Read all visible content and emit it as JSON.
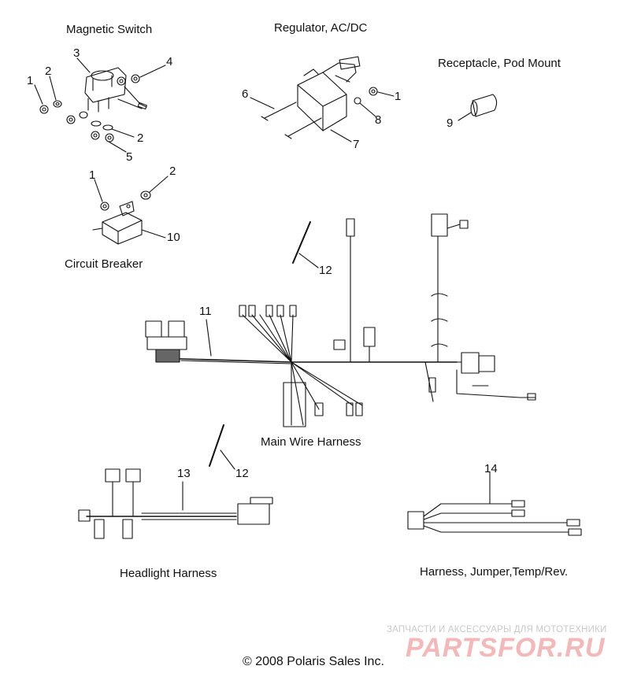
{
  "sections": {
    "magnetic_switch": "Magnetic Switch",
    "regulator": "Regulator, AC/DC",
    "receptacle": "Receptacle, Pod Mount",
    "circuit_breaker": "Circuit Breaker",
    "main_harness": "Main Wire Harness",
    "headlight_harness": "Headlight Harness",
    "jumper_harness": "Harness, Jumper,Temp/Rev."
  },
  "callouts": {
    "ms_1": "1",
    "ms_2a": "2",
    "ms_3": "3",
    "ms_4": "4",
    "ms_2b": "2",
    "ms_5": "5",
    "reg_6": "6",
    "reg_1": "1",
    "reg_8": "8",
    "reg_7": "7",
    "rec_9": "9",
    "cb_1": "1",
    "cb_2": "2",
    "cb_10": "10",
    "mh_12": "12",
    "mh_11": "11",
    "hh_12": "12",
    "hh_13": "13",
    "jh_14": "14"
  },
  "watermark": {
    "tagline": "ЗАПЧАСТИ И АКСЕССУАРЫ ДЛЯ МОТОТЕХНИКИ",
    "logo": "PARTSFOR.RU"
  },
  "copyright": "© 2008 Polaris Sales Inc.",
  "colors": {
    "line": "#111111",
    "watermark_logo": "#f4b8b8",
    "watermark_text": "#c9c9c9"
  }
}
